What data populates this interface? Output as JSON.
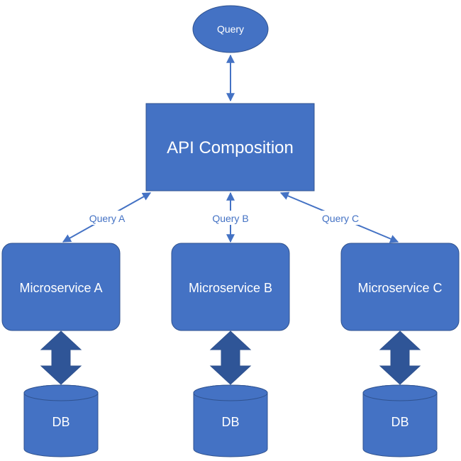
{
  "diagram": {
    "query_node": {
      "label": "Query"
    },
    "api_node": {
      "label": "API Composition"
    },
    "services": [
      {
        "name": "Microservice A",
        "edge_label": "Query A",
        "db_label": "DB"
      },
      {
        "name": "Microservice B",
        "edge_label": "Query B",
        "db_label": "DB"
      },
      {
        "name": "Microservice C",
        "edge_label": "Query C",
        "db_label": "DB"
      }
    ]
  },
  "colors": {
    "node_fill": "#4472c4",
    "node_border": "#2f528f",
    "edge": "#4472c4",
    "block_arrow_fill": "#2f5597",
    "node_text": "#ffffff",
    "edge_label_text": "#4472c4"
  }
}
